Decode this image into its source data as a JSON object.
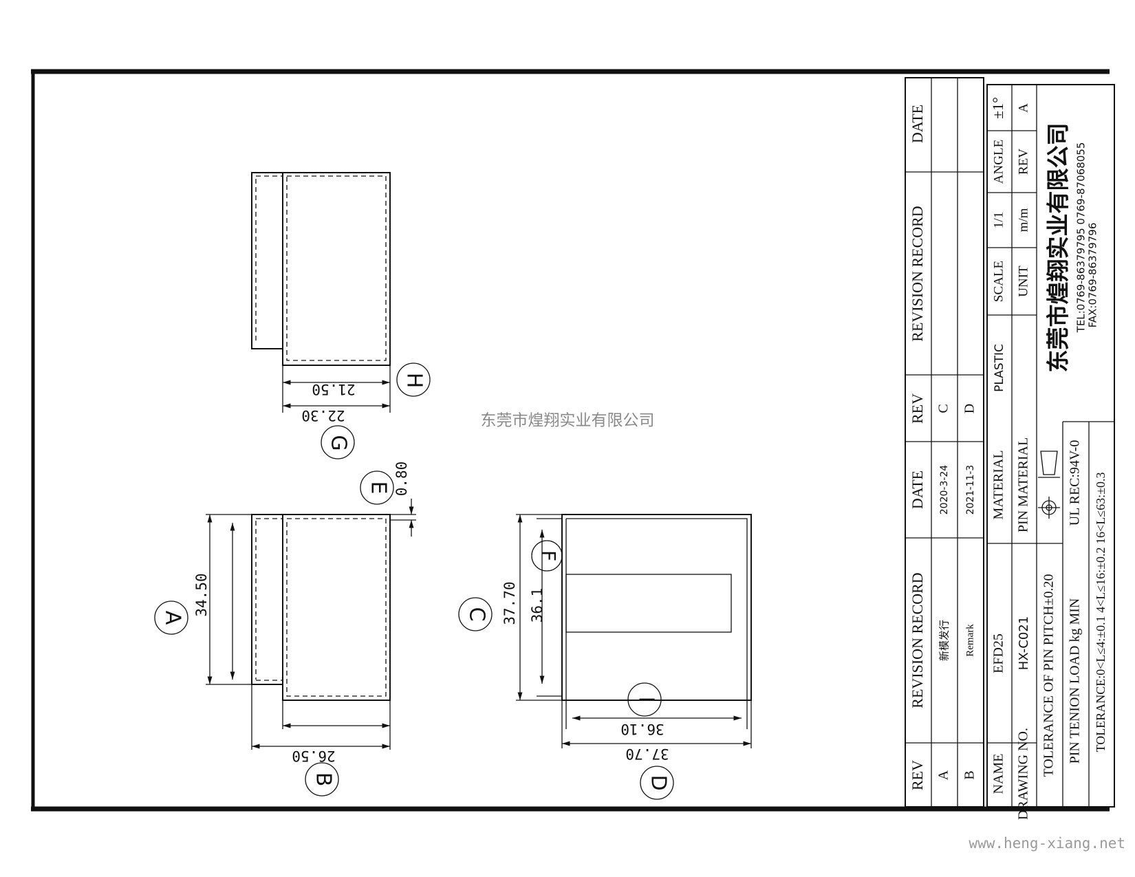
{
  "dimensions": {
    "A": "34.50",
    "B": "26.50",
    "C": "37.70",
    "D": "37.70",
    "E": "0.80",
    "F": "36.1",
    "G": "22.30",
    "H": "21.50",
    "I": "36.10"
  },
  "letters": {
    "A": "A",
    "B": "B",
    "C": "C",
    "D": "D",
    "E": "E",
    "F": "F",
    "G": "G",
    "H": "H",
    "I": "I"
  },
  "watermark": "东莞市煌翔实业有限公司",
  "website": "www.heng-xiang.net",
  "revision_table": {
    "header_rev": "REV",
    "header_record": "REVISION RECORD",
    "header_date": "DATE",
    "rows": [
      {
        "rev": "A",
        "record": "新模发行",
        "date": "2020-3-24"
      },
      {
        "rev": "B",
        "record": "Remark",
        "date": "2021-11-3"
      },
      {
        "rev": "C",
        "record": "",
        "date": ""
      },
      {
        "rev": "D",
        "record": "",
        "date": ""
      }
    ]
  },
  "title_block": {
    "name_label": "NAME",
    "name_value": "EFD25",
    "drawing_no_label": "DRAWING NO.",
    "drawing_no_value": "HX-C021",
    "material_label": "MATERIAL",
    "material_value": "PLASTIC",
    "pin_material_label": "PIN MATERIAL",
    "pin_pitch_tolerance": "TOLERANCE OF PIN PITCH±0.20",
    "pin_tension": "PIN TENION LOAD     kg MIN",
    "ul_rec": "UL REC:94V-0",
    "tolerance": "TOLERANCE:0<L≤4:±0.1  4<L≤16:±0.2  16<L≤63:±0.3",
    "scale_label": "SCALE",
    "scale_value": "1/1",
    "angle_label": "ANGLE",
    "angle_value": "±1°",
    "unit_label": "UNIT",
    "unit_value": "m/m",
    "rev_label": "REV",
    "rev_value": "A",
    "company": "东莞市煌翔实业有限公司",
    "tel": "TEL:0769-86379795  0769-87068055",
    "fax": "FAX:0769-86379796"
  }
}
